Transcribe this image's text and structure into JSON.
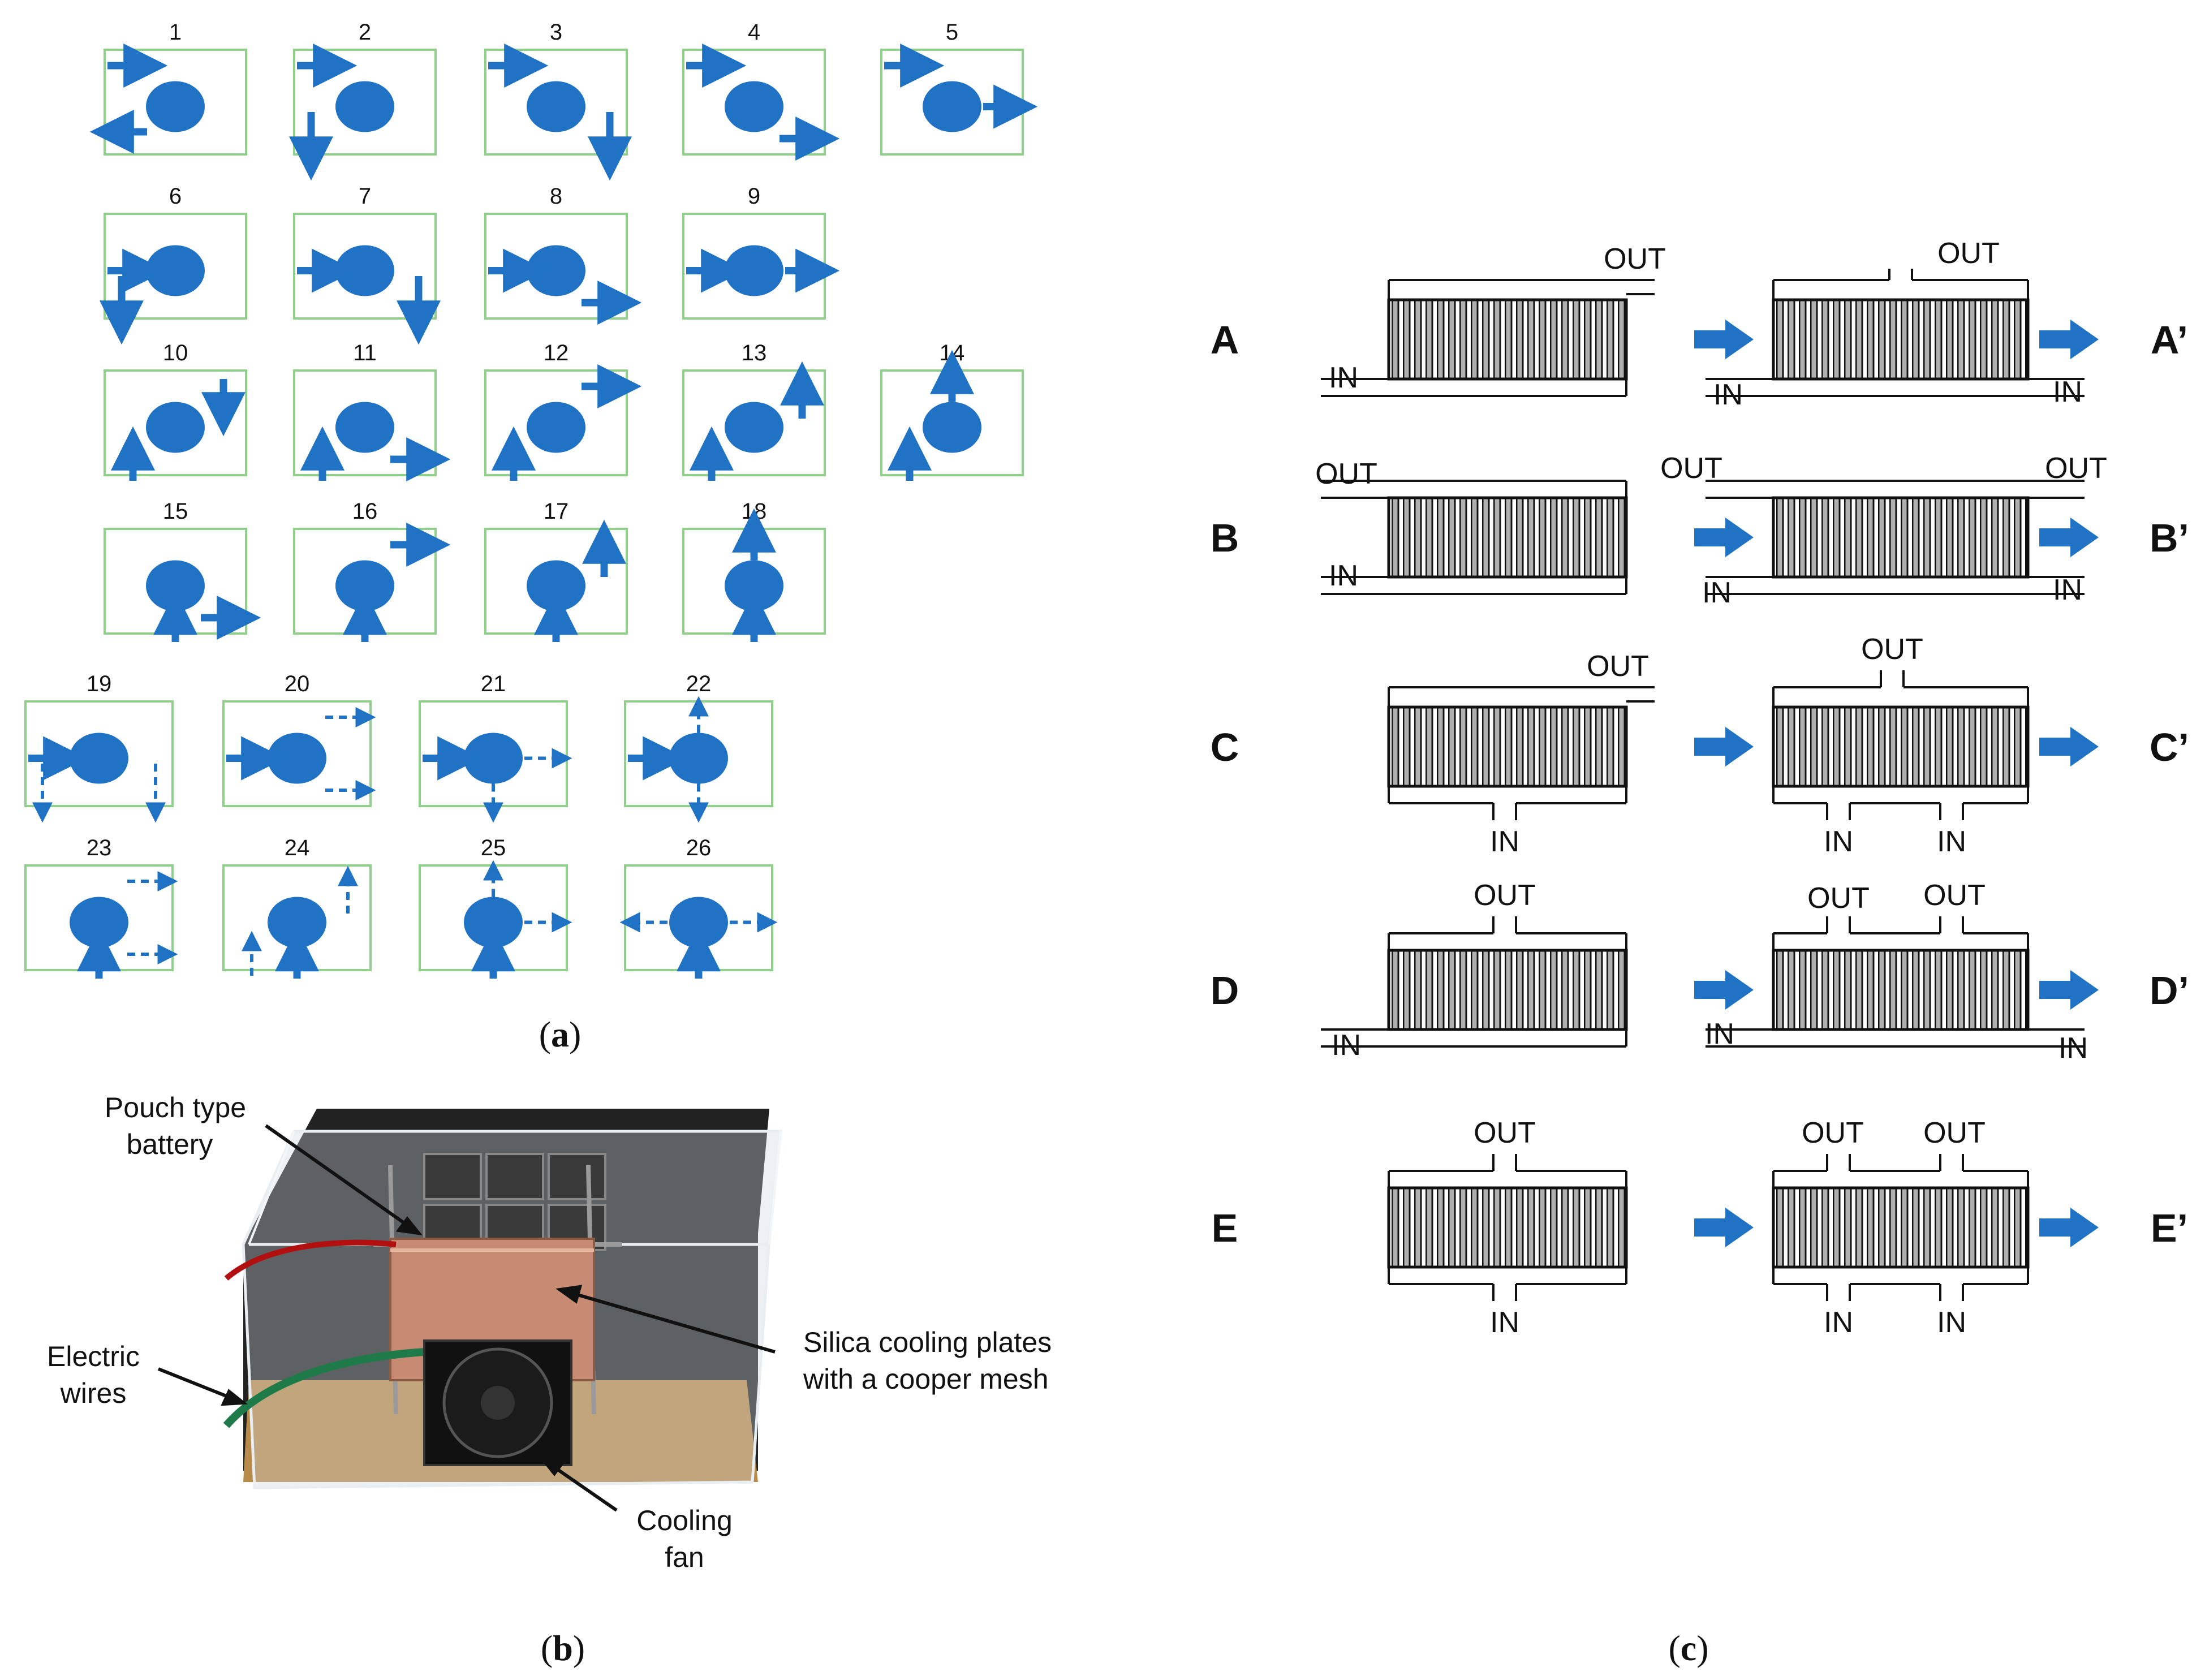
{
  "panel_a": {
    "caption_letter": "a",
    "cases": [
      {
        "n": "1",
        "inlet": [
          "left-top"
        ],
        "outlet": [
          "left-bottom"
        ]
      },
      {
        "n": "2",
        "inlet": [
          "left-top"
        ],
        "outlet": [
          "down-left"
        ]
      },
      {
        "n": "3",
        "inlet": [
          "left-top"
        ],
        "outlet": [
          "down-right"
        ]
      },
      {
        "n": "4",
        "inlet": [
          "left-top"
        ],
        "outlet": [
          "right-bottom"
        ]
      },
      {
        "n": "5",
        "inlet": [
          "left-top"
        ],
        "outlet": [
          "right-mid"
        ]
      },
      {
        "n": "6",
        "inlet": [
          "left-mid"
        ],
        "outlet": [
          "down-left"
        ]
      },
      {
        "n": "7",
        "inlet": [
          "left-mid"
        ],
        "outlet": [
          "down-right"
        ]
      },
      {
        "n": "8",
        "inlet": [
          "left-mid"
        ],
        "outlet": [
          "right-bottom"
        ]
      },
      {
        "n": "9",
        "inlet": [
          "left-mid"
        ],
        "outlet": [
          "right-mid"
        ]
      },
      {
        "n": "10",
        "inlet": [
          "up-left"
        ],
        "outlet": [
          "down-right-top"
        ]
      },
      {
        "n": "11",
        "inlet": [
          "up-left"
        ],
        "outlet": [
          "right-bottom"
        ]
      },
      {
        "n": "12",
        "inlet": [
          "up-left"
        ],
        "outlet": [
          "right-top"
        ]
      },
      {
        "n": "13",
        "inlet": [
          "up-left"
        ],
        "outlet": [
          "up-right"
        ]
      },
      {
        "n": "14",
        "inlet": [
          "up-left"
        ],
        "outlet": [
          "up-top"
        ]
      },
      {
        "n": "15",
        "inlet": [
          "up-center"
        ],
        "outlet": [
          "right-bottom"
        ]
      },
      {
        "n": "16",
        "inlet": [
          "up-center"
        ],
        "outlet": [
          "right-top"
        ]
      },
      {
        "n": "17",
        "inlet": [
          "up-center"
        ],
        "outlet": [
          "up-right"
        ]
      },
      {
        "n": "18",
        "inlet": [
          "up-center"
        ],
        "outlet": [
          "up-top"
        ]
      },
      {
        "n": "19",
        "inlet": [
          "left-mid"
        ],
        "outlet": [
          "dash-down-left",
          "dash-down-right"
        ]
      },
      {
        "n": "20",
        "inlet": [
          "left-mid"
        ],
        "outlet": [
          "dash-right-top",
          "dash-right-bottom"
        ]
      },
      {
        "n": "21",
        "inlet": [
          "left-mid"
        ],
        "outlet": [
          "dash-right-mid",
          "dash-down-center"
        ]
      },
      {
        "n": "22",
        "inlet": [
          "left-mid"
        ],
        "outlet": [
          "dash-up-center",
          "dash-down-center"
        ]
      },
      {
        "n": "23",
        "inlet": [
          "up-center"
        ],
        "outlet": [
          "dash-right-top",
          "dash-right-bottom"
        ]
      },
      {
        "n": "24",
        "inlet": [
          "up-center"
        ],
        "outlet": [
          "dash-up-left",
          "dash-up-right"
        ]
      },
      {
        "n": "25",
        "inlet": [
          "up-center"
        ],
        "outlet": [
          "dash-up-center",
          "dash-right-mid"
        ]
      },
      {
        "n": "26",
        "inlet": [
          "up-center"
        ],
        "outlet": [
          "dash-left-mid",
          "dash-right-mid"
        ]
      }
    ]
  },
  "panel_b": {
    "caption_letter": "b",
    "labels": {
      "battery": [
        "Pouch type",
        "battery"
      ],
      "plates": [
        "Silica cooling plates",
        "with a cooper mesh"
      ],
      "wires": [
        "Electric",
        "wires"
      ],
      "fan": [
        "Cooling",
        "fan"
      ]
    }
  },
  "panel_c": {
    "caption_letter": "c",
    "rows": [
      {
        "left": "A",
        "right": "A’",
        "labels": {
          "out1": "OUT",
          "in1": "IN",
          "out2": "OUT",
          "in2a": "IN",
          "in2b": "IN"
        }
      },
      {
        "left": "B",
        "right": "B’",
        "labels": {
          "out1": "OUT",
          "in1": "IN",
          "out2a": "OUT",
          "out2b": "OUT",
          "in2a": "IN",
          "in2b": "IN"
        }
      },
      {
        "left": "C",
        "right": "C’",
        "labels": {
          "out1": "OUT",
          "in1": "IN",
          "out2": "OUT",
          "in2a": "IN",
          "in2b": "IN"
        }
      },
      {
        "left": "D",
        "right": "D’",
        "labels": {
          "out1": "OUT",
          "in1": "IN",
          "out2a": "OUT",
          "out2b": "OUT",
          "in2a": "IN",
          "in2b": "IN"
        }
      },
      {
        "left": "E",
        "right": "E’",
        "labels": {
          "out1": "OUT",
          "in1": "IN",
          "out2a": "OUT",
          "out2b": "OUT",
          "in2a": "IN",
          "in2b": "IN"
        }
      }
    ]
  },
  "colors": {
    "accent": "#1f72c4",
    "box_border": "#8fd08a",
    "line": "#111111"
  }
}
